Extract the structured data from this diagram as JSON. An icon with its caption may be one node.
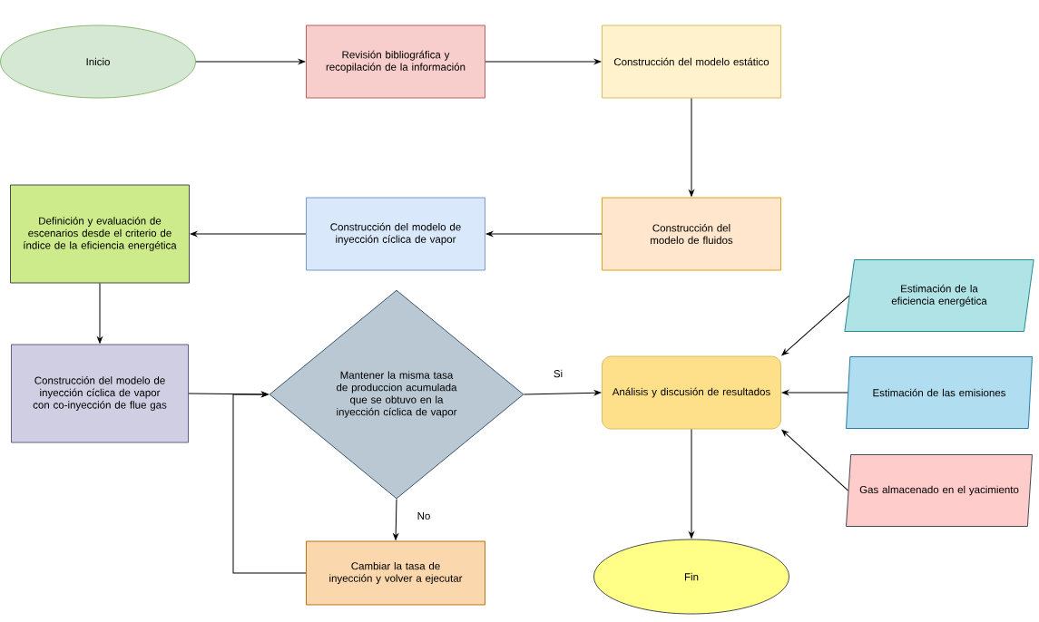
{
  "diagram": {
    "nodes": [
      {
        "text": [
          "Inicio"
        ]
      },
      {
        "text": [
          "Revisión bibliográfica y recopilación de la información"
        ]
      },
      {
        "text": [
          "Construcción del modelo estático"
        ]
      },
      {
        "text": [
          "Construcción del modelo de fluidos"
        ]
      },
      {
        "text": [
          "Construcción del modelo de inyección cíclica de vapor"
        ]
      },
      {
        "text": [
          "Definición y evaluación de escenarios desde el criterio de índice de la eficiencia energética"
        ]
      },
      {
        "text": [
          "Construcción del modelo de inyección cíclica de vapor con co-inyección de flue gas"
        ]
      },
      {
        "text": [
          "Mantener la misma tasa de produccion acumulada que se obtuvo en la inyección cíclica de vapor"
        ]
      },
      {
        "text": [
          "Análisis y discusión de resultados"
        ]
      },
      {
        "text": [
          "Estimación de la eficiencia energética"
        ]
      },
      {
        "text": [
          "Estimación de las emisiones"
        ]
      },
      {
        "text": [
          "Gas almacenado en el yacimiento"
        ]
      },
      {
        "text": [
          "Cambiar la tasa de inyección y volver a ejecutar"
        ]
      },
      {
        "text": [
          "Fin"
        ]
      }
    ],
    "edges": [
      {
        "from": 0,
        "to": 1,
        "arrow": "to"
      },
      {
        "from": 1,
        "to": 2,
        "arrow": "to"
      },
      {
        "from": 2,
        "to": 3,
        "arrow": "to"
      },
      {
        "from": 3,
        "to": 4,
        "arrow": "to"
      },
      {
        "from": 4,
        "to": 5,
        "arrow": "to"
      },
      {
        "from": 5,
        "to": 6,
        "arrow": "to"
      },
      {
        "from": 6,
        "to": 7,
        "arrow": "to"
      },
      {
        "from": 7,
        "to": 8,
        "arrow": "to",
        "label": "Si"
      },
      {
        "from": 7,
        "to": 12,
        "arrow": "to",
        "label": "No"
      },
      {
        "from": 12,
        "to": 7,
        "arrow": "to"
      },
      {
        "from": 9,
        "to": 8,
        "arrow": "to"
      },
      {
        "from": 10,
        "to": 8,
        "arrow": "to"
      },
      {
        "from": 11,
        "to": 8,
        "arrow": "to"
      },
      {
        "from": 8,
        "to": 13,
        "arrow": "to"
      }
    ]
  }
}
